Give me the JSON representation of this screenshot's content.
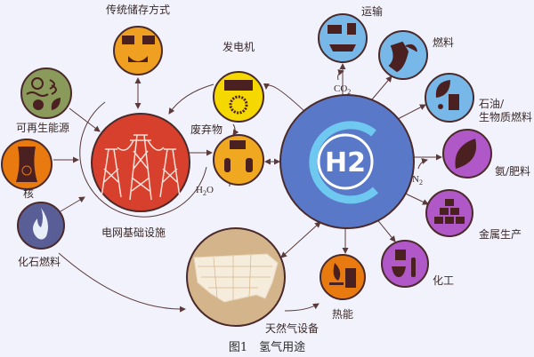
{
  "caption": "图1　氢气用途",
  "center": {
    "label": "H2"
  },
  "nodes": {
    "traditional_storage": "传统储存方式",
    "generator": "发电机",
    "renewable": "可再生能源",
    "nuclear": "核",
    "fossil_fuel": "化石燃料",
    "grid": "电网基础设施",
    "waste": "废弃物",
    "transport": "运输",
    "fuel": "燃料",
    "oil_biofuel_1": "石油/",
    "oil_biofuel_2": "生物质燃料",
    "ammonia": "氨/肥料",
    "metal": "金属生产",
    "chemical": "化工",
    "heat": "热能",
    "gas_infra": "天然气设备"
  },
  "inputs": {
    "co2": "CO",
    "co2_sub": "2",
    "h2o_a": "H",
    "h2o_sub": "2",
    "h2o_b": "O",
    "n2": "N",
    "n2_sub": "2"
  },
  "colors": {
    "background": "#f1f2fb",
    "grid": "#d8402e",
    "hydrogen": "#5a78c8",
    "end_use_blue": "#78b8e8",
    "end_use_purple": "#b058c8",
    "orange": "#f0a020",
    "yellow": "#f5d800",
    "gas": "#d4b48a"
  }
}
